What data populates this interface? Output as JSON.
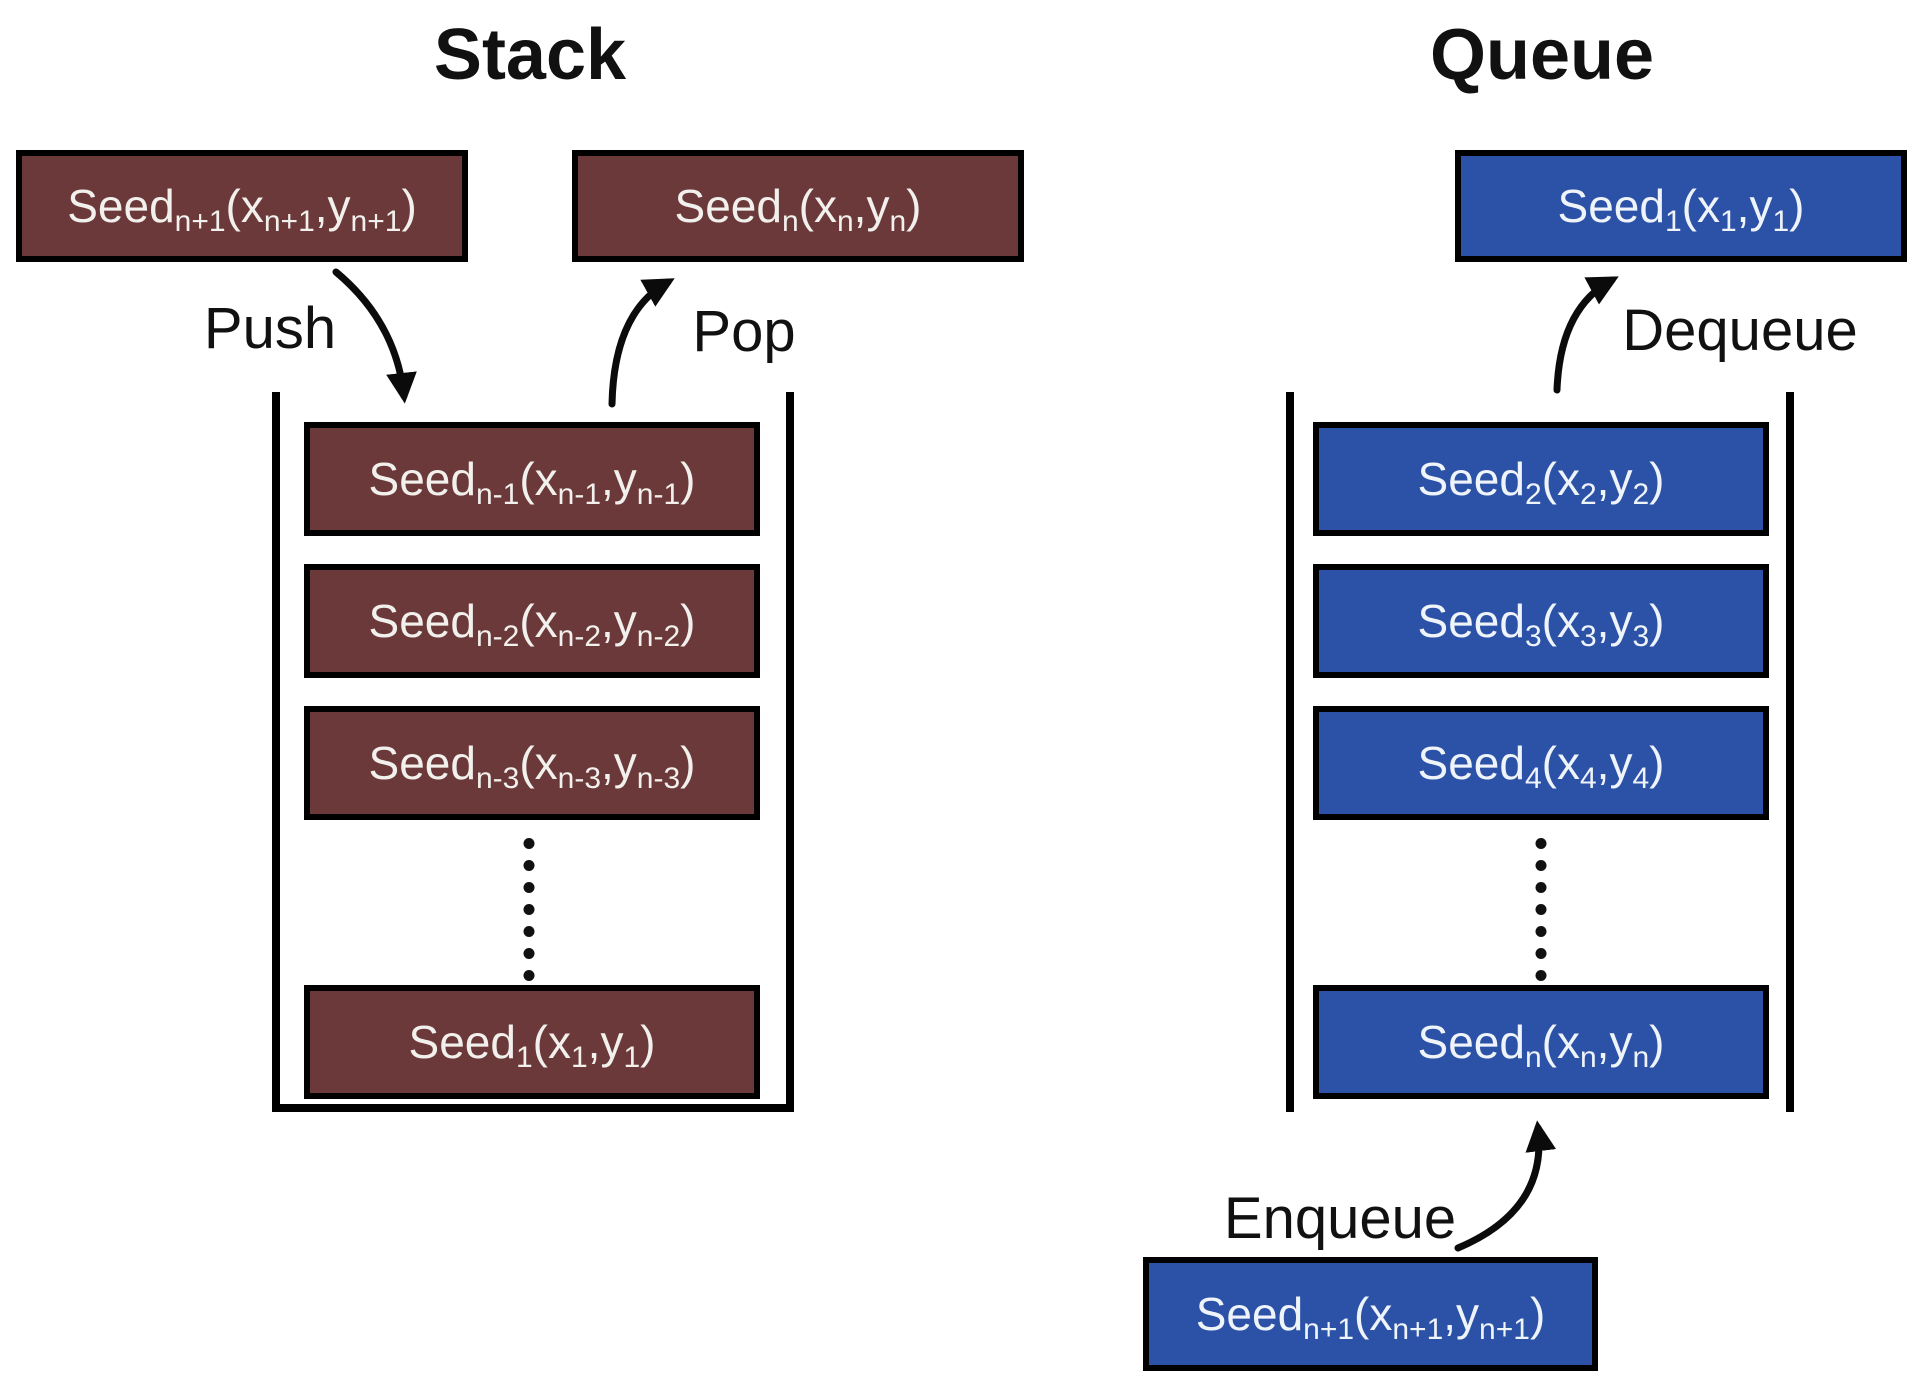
{
  "colors": {
    "stack_box": "#6B3939",
    "queue_box": "#2B52A6",
    "box_border": "#000000",
    "box_text_stack": "#F2F0EC",
    "box_text_queue": "#EFF3FA",
    "label_text": "#111111",
    "background": "#FFFFFF"
  },
  "stack": {
    "title": "Stack",
    "push_label": "Push",
    "pop_label": "Pop",
    "ellipsis_dots": 7,
    "incoming": {
      "segments": [
        {
          "t": "Seed"
        },
        {
          "t": "n+1",
          "sub": true
        },
        {
          "t": " (x"
        },
        {
          "t": "n+1",
          "sub": true
        },
        {
          "t": ",y"
        },
        {
          "t": "n+1",
          "sub": true
        },
        {
          "t": ")"
        }
      ]
    },
    "outgoing": {
      "segments": [
        {
          "t": "Seed"
        },
        {
          "t": "n",
          "sub": true
        },
        {
          "t": " (x"
        },
        {
          "t": "n",
          "sub": true
        },
        {
          "t": ",y"
        },
        {
          "t": "n",
          "sub": true
        },
        {
          "t": ")"
        }
      ]
    },
    "cells": [
      {
        "segments": [
          {
            "t": "Seed"
          },
          {
            "t": "n-1",
            "sub": true
          },
          {
            "t": " (x"
          },
          {
            "t": "n-1",
            "sub": true
          },
          {
            "t": ",y"
          },
          {
            "t": "n-1",
            "sub": true
          },
          {
            "t": ")"
          }
        ]
      },
      {
        "segments": [
          {
            "t": "Seed"
          },
          {
            "t": "n-2",
            "sub": true
          },
          {
            "t": " (x"
          },
          {
            "t": "n-2",
            "sub": true
          },
          {
            "t": ",y"
          },
          {
            "t": "n-2",
            "sub": true
          },
          {
            "t": ")"
          }
        ]
      },
      {
        "segments": [
          {
            "t": "Seed"
          },
          {
            "t": "n-3",
            "sub": true
          },
          {
            "t": " (x"
          },
          {
            "t": "n-3",
            "sub": true
          },
          {
            "t": ",y"
          },
          {
            "t": "n-3",
            "sub": true
          },
          {
            "t": ")"
          }
        ]
      }
    ],
    "bottom_cell": {
      "segments": [
        {
          "t": "Seed"
        },
        {
          "t": "1",
          "sub": true
        },
        {
          "t": " (x"
        },
        {
          "t": "1",
          "sub": true
        },
        {
          "t": ",y"
        },
        {
          "t": "1",
          "sub": true
        },
        {
          "t": ")"
        }
      ]
    }
  },
  "queue": {
    "title": "Queue",
    "dequeue_label": "Dequeue",
    "enqueue_label": "Enqueue",
    "ellipsis_dots": 7,
    "outgoing": {
      "segments": [
        {
          "t": "Seed"
        },
        {
          "t": "1",
          "sub": true
        },
        {
          "t": " (x"
        },
        {
          "t": "1",
          "sub": true
        },
        {
          "t": ",y"
        },
        {
          "t": "1",
          "sub": true
        },
        {
          "t": ")"
        }
      ]
    },
    "cells": [
      {
        "segments": [
          {
            "t": "Seed"
          },
          {
            "t": "2",
            "sub": true
          },
          {
            "t": " (x"
          },
          {
            "t": "2",
            "sub": true
          },
          {
            "t": ",y"
          },
          {
            "t": "2",
            "sub": true
          },
          {
            "t": ")"
          }
        ]
      },
      {
        "segments": [
          {
            "t": "Seed"
          },
          {
            "t": "3",
            "sub": true
          },
          {
            "t": " (x"
          },
          {
            "t": "3",
            "sub": true
          },
          {
            "t": ",y"
          },
          {
            "t": "3",
            "sub": true
          },
          {
            "t": ")"
          }
        ]
      },
      {
        "segments": [
          {
            "t": "Seed"
          },
          {
            "t": "4",
            "sub": true
          },
          {
            "t": " (x"
          },
          {
            "t": "4",
            "sub": true
          },
          {
            "t": ",y"
          },
          {
            "t": "4",
            "sub": true
          },
          {
            "t": ")"
          }
        ]
      }
    ],
    "bottom_cell": {
      "segments": [
        {
          "t": "Seed"
        },
        {
          "t": "n",
          "sub": true
        },
        {
          "t": " (x"
        },
        {
          "t": "n",
          "sub": true
        },
        {
          "t": ",y"
        },
        {
          "t": "n",
          "sub": true
        },
        {
          "t": ")"
        }
      ]
    },
    "incoming": {
      "segments": [
        {
          "t": "Seed"
        },
        {
          "t": "n+1",
          "sub": true
        },
        {
          "t": " (x"
        },
        {
          "t": "n+1",
          "sub": true
        },
        {
          "t": ",y"
        },
        {
          "t": "n+1",
          "sub": true
        },
        {
          "t": ")"
        }
      ]
    }
  }
}
